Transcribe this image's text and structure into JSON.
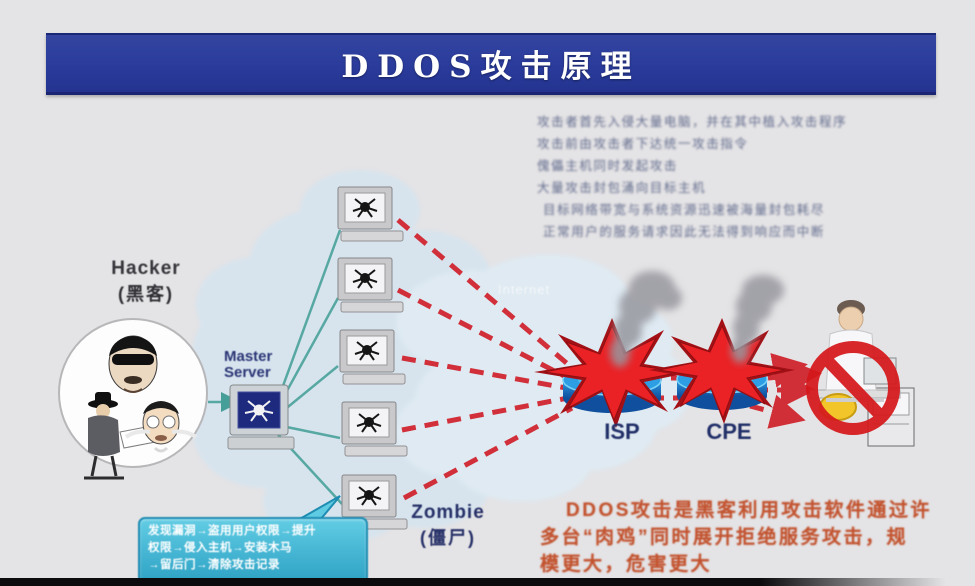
{
  "title": "DDOS攻击原理",
  "hacker": {
    "label_en": "Hacker",
    "label_zh": "(黑客)"
  },
  "master": {
    "line1": "Master",
    "line2": "Server"
  },
  "zombie": {
    "label_en": "Zombie",
    "label_zh": "(僵尸)"
  },
  "routers": {
    "isp": "ISP",
    "cpe": "CPE"
  },
  "cloud_watermark": "Internet",
  "notes": {
    "lines": [
      "攻击者首先入侵大量电脑，并在其中植入攻击程序",
      "攻击前由攻击者下达统一攻击指令",
      "傀儡主机同时发起攻击",
      "大量攻击封包涌向目标主机",
      "目标网络带宽与系统资源迅速被海量封包耗尽",
      "正常用户的服务请求因此无法得到响应而中断"
    ]
  },
  "steps_box": {
    "lines": [
      "发现漏洞→盗用用户权限→提升",
      "权限→侵入主机→安装木马",
      "→留后门→清除攻击记录"
    ]
  },
  "caption": {
    "lines": [
      "DDOS攻击是黑客利用攻击软件通过许",
      "多台“肉鸡”同时展开拒绝服务攻击，规",
      "模更大，危害更大"
    ]
  },
  "colors": {
    "titlebar_blue": "#2a3b9c",
    "attack_red": "#d0202a",
    "control_teal": "#57a8a2",
    "router_blue": "#2d9de4",
    "steps_cyan": "#49b9d6",
    "caption_red": "#c2522e"
  }
}
